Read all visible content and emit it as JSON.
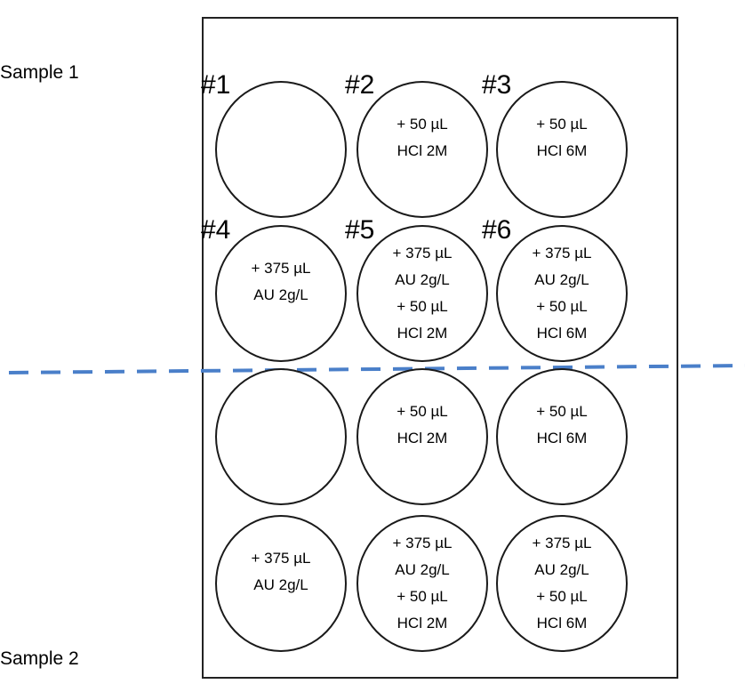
{
  "sample_labels": {
    "top": "Sample 1",
    "bottom": "Sample 2"
  },
  "colors": {
    "divider": "#4a7fc9",
    "outline": "#1a1a1a"
  },
  "well_numbers": [
    "#1",
    "#2",
    "#3",
    "#4",
    "#5",
    "#6"
  ],
  "plate": {
    "sample_1": [
      {
        "lines": []
      },
      {
        "lines": [
          "+ 50 µL",
          "HCl 2M"
        ]
      },
      {
        "lines": [
          "+ 50 µL",
          "HCl 6M"
        ]
      },
      {
        "lines": [
          "+ 375 µL",
          "AU 2g/L"
        ]
      },
      {
        "lines": [
          "+ 375 µL",
          "AU 2g/L",
          "+ 50 µL",
          "HCl 2M"
        ]
      },
      {
        "lines": [
          "+ 375 µL",
          "AU 2g/L",
          "+ 50 µL",
          "HCl 6M"
        ]
      }
    ],
    "sample_2": [
      {
        "lines": []
      },
      {
        "lines": [
          "+ 50 µL",
          "HCl 2M"
        ]
      },
      {
        "lines": [
          "+ 50 µL",
          "HCl 6M"
        ]
      },
      {
        "lines": [
          "+ 375 µL",
          "AU 2g/L"
        ]
      },
      {
        "lines": [
          "+ 375 µL",
          "AU 2g/L",
          "+ 50 µL",
          "HCl 2M"
        ]
      },
      {
        "lines": [
          "+ 375 µL",
          "AU 2g/L",
          "+ 50 µL",
          "HCl 6M"
        ]
      }
    ]
  }
}
